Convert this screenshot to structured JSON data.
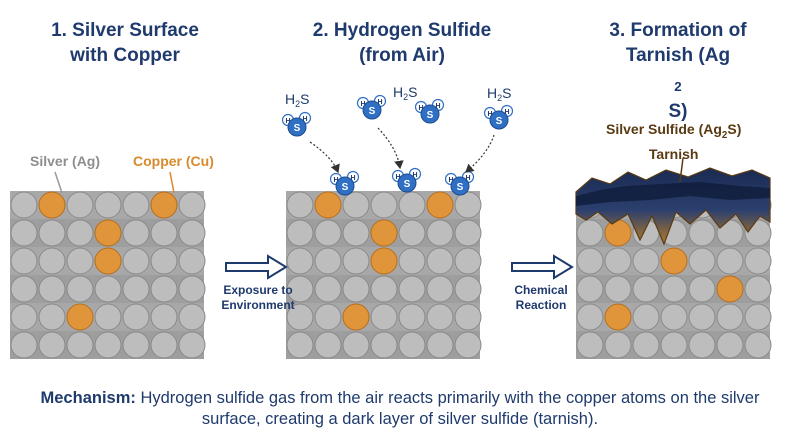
{
  "panels": [
    {
      "title_line1": "1. Silver Surface",
      "title_line2": "with Copper"
    },
    {
      "title_line1": "2. Hydrogen Sulfide",
      "title_line2": "(from Air)"
    },
    {
      "title_line1": "3. Formation of",
      "title_line2": "Tarnish (Ag",
      "title_sub": "2",
      "title_end": "S)"
    }
  ],
  "labels": {
    "silver": "Silver (Ag)",
    "copper": "Copper (Cu)",
    "h2s_h": "H",
    "h2s_sub": "2",
    "h2s_s": "S",
    "atom_s": "S",
    "atom_h": "H",
    "tarnish_line1_a": "Silver Sulfide (Ag",
    "tarnish_line1_sub": "2",
    "tarnish_line1_b": "S)",
    "tarnish_line2": "Tarnish"
  },
  "arrows": [
    {
      "line1": "Exposure to",
      "line2": "Environment"
    },
    {
      "line1": "Chemical",
      "line2": "Reaction"
    }
  ],
  "caption": {
    "bold": "Mechanism:",
    "text": " Hydrogen sulfide gas from the air reacts primarily with the copper atoms on the silver surface, creating a dark layer of silver sulfide (tarnish)."
  },
  "colors": {
    "silver": "#bdbdbd",
    "copper": "#e0953a",
    "sulfur": "#2f6fc4",
    "tarnish_dark": "#1a2b52",
    "tarnish_brown": "#8a5a1e",
    "title": "#1f3a6d"
  }
}
